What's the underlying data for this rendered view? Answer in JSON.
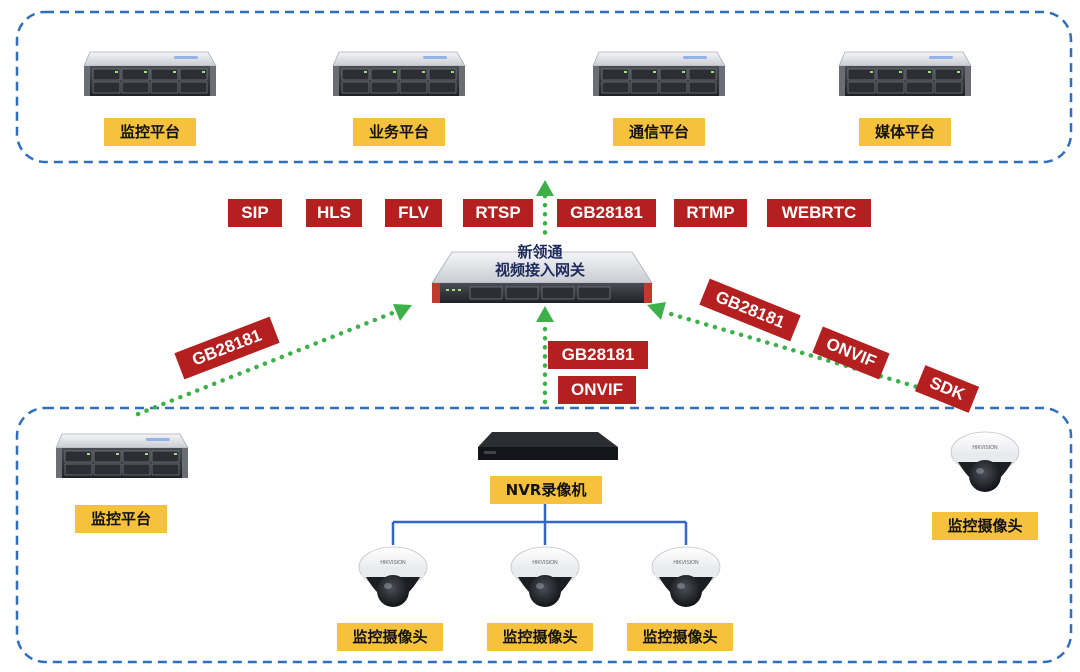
{
  "top_platforms": [
    "监控平台",
    "业务平台",
    "通信平台",
    "媒体平台"
  ],
  "protocols_top": [
    "SIP",
    "HLS",
    "FLV",
    "RTSP",
    "GB28181",
    "RTMP",
    "WEBRTC"
  ],
  "gateway": {
    "line1": "新领通",
    "line2": "视频接入网关"
  },
  "left_link_label": "GB28181",
  "center_link_labels": [
    "GB28181",
    "ONVIF"
  ],
  "right_link_labels": [
    "GB28181",
    "ONVIF",
    "SDK"
  ],
  "bottom": {
    "left_platform": "监控平台",
    "nvr": "NVR录像机",
    "right_camera": "监控摄像头",
    "nvr_cameras": [
      "监控摄像头",
      "监控摄像头",
      "监控摄像头"
    ]
  },
  "colors": {
    "group_border": "#2f6fbd",
    "arrow_dots": "#3db04a",
    "red_label": "#b41f1f",
    "yellow_label": "#f6c23e",
    "nvr_link": "#3566c4"
  }
}
